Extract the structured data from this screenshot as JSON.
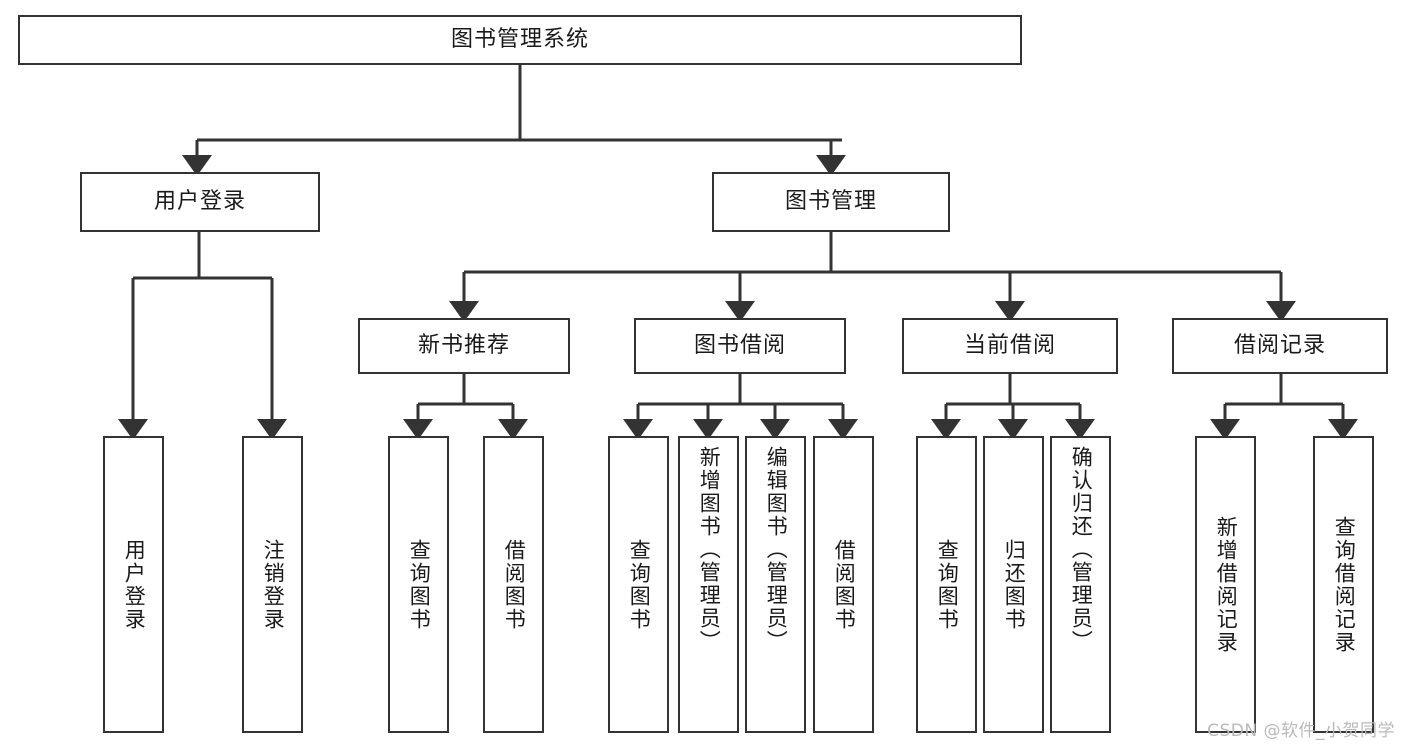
{
  "diagram": {
    "title": "图书管理系统",
    "type": "tree-hierarchy-diagram",
    "watermark": "CSDN @软件_小贺同学",
    "colors": {
      "box_border": "#333333",
      "box_fill": "#ffffff",
      "edge": "#333333",
      "text": "#1a1a1a",
      "watermark": "#b9b9b9",
      "background": "#ffffff"
    },
    "root": {
      "label": "图书管理系统"
    },
    "level2": [
      {
        "label": "用户登录"
      },
      {
        "label": "图书管理"
      }
    ],
    "level3": [
      {
        "label": "新书推荐"
      },
      {
        "label": "图书借阅"
      },
      {
        "label": "当前借阅"
      },
      {
        "label": "借阅记录"
      }
    ],
    "leaves": {
      "user_login": [
        {
          "label": "用户登录"
        },
        {
          "label": "注销登录"
        }
      ],
      "new_book_recommend": [
        {
          "label": "查询图书"
        },
        {
          "label": "借阅图书"
        }
      ],
      "book_borrow": [
        {
          "label": "查询图书"
        },
        {
          "label": "新增图书（管理员）"
        },
        {
          "label": "编辑图书（管理员）"
        },
        {
          "label": "借阅图书"
        }
      ],
      "current_borrow": [
        {
          "label": "查询图书"
        },
        {
          "label": "归还图书"
        },
        {
          "label": "确认归还（管理员）"
        }
      ],
      "borrow_record": [
        {
          "label": "新增借阅记录"
        },
        {
          "label": "查询借阅记录"
        }
      ]
    }
  }
}
